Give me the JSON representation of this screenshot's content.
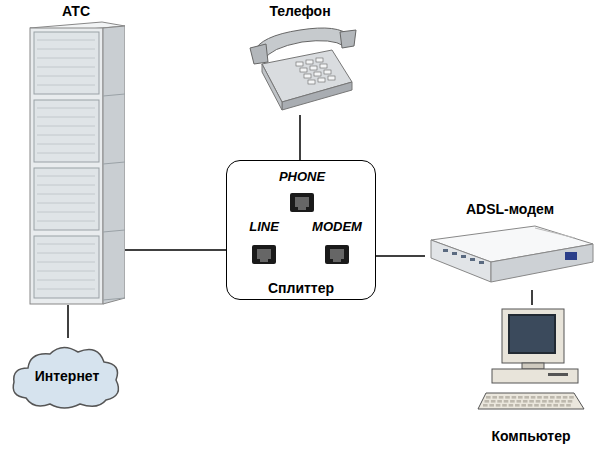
{
  "diagram": {
    "nodes": [
      {
        "text": [
          "Телефон"
        ]
      },
      {
        "text": [
          "АТС"
        ]
      },
      {
        "text": [
          "Сплиттер"
        ]
      },
      {
        "text": [
          "PHONE"
        ],
        "in": 2
      },
      {
        "text": [
          "LINE"
        ],
        "in": 2
      },
      {
        "text": [
          "MODEM"
        ],
        "in": 2
      },
      {
        "text": [
          "ADSL-модем"
        ]
      },
      {
        "text": [
          "Интернет"
        ]
      },
      {
        "text": [
          "Компьютер"
        ]
      }
    ],
    "edges": [
      {
        "from": 0,
        "to": 3,
        "arrow": "none"
      },
      {
        "from": 1,
        "to": 4,
        "arrow": "none"
      },
      {
        "from": 5,
        "to": 6,
        "arrow": "none"
      },
      {
        "from": 6,
        "to": 8,
        "arrow": "none"
      },
      {
        "from": 1,
        "to": 7,
        "arrow": "none"
      }
    ]
  }
}
